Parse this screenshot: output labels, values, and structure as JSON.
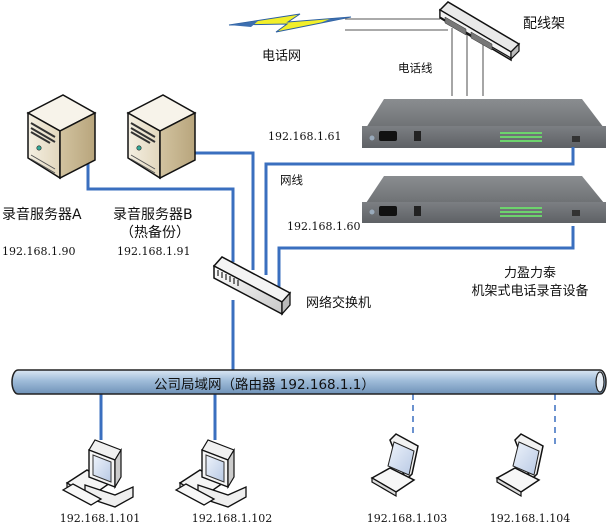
{
  "labels": {
    "phone_network": "电话网",
    "patch_panel": "配线架",
    "phone_line": "电话线",
    "network_cable": "网线",
    "network_switch": "网络交换机",
    "device_brand": "力盈力泰",
    "device_type": "机架式电话录音设备",
    "lan_bus": "公司局域网（路由器 192.168.1.1）"
  },
  "servers": [
    {
      "name": "录音服务器A",
      "sub": "",
      "ip": "192.168.1.90"
    },
    {
      "name": "录音服务器B",
      "sub": "（热备份）",
      "ip": "192.168.1.91"
    }
  ],
  "recorders": [
    {
      "ip": "192.168.1.61"
    },
    {
      "ip": "192.168.1.60"
    }
  ],
  "clients": [
    {
      "type": "desktop",
      "ip": "192.168.1.101",
      "link": "wired"
    },
    {
      "type": "desktop",
      "ip": "192.168.1.102",
      "link": "wired"
    },
    {
      "type": "laptop",
      "ip": "192.168.1.103",
      "link": "wireless"
    },
    {
      "type": "laptop",
      "ip": "192.168.1.104",
      "link": "wireless"
    }
  ],
  "colors": {
    "cable": "#3a6fbf",
    "phone_line": "#777777",
    "bus_fill": "#a9c4df",
    "lightning": "#f2ef2a"
  }
}
